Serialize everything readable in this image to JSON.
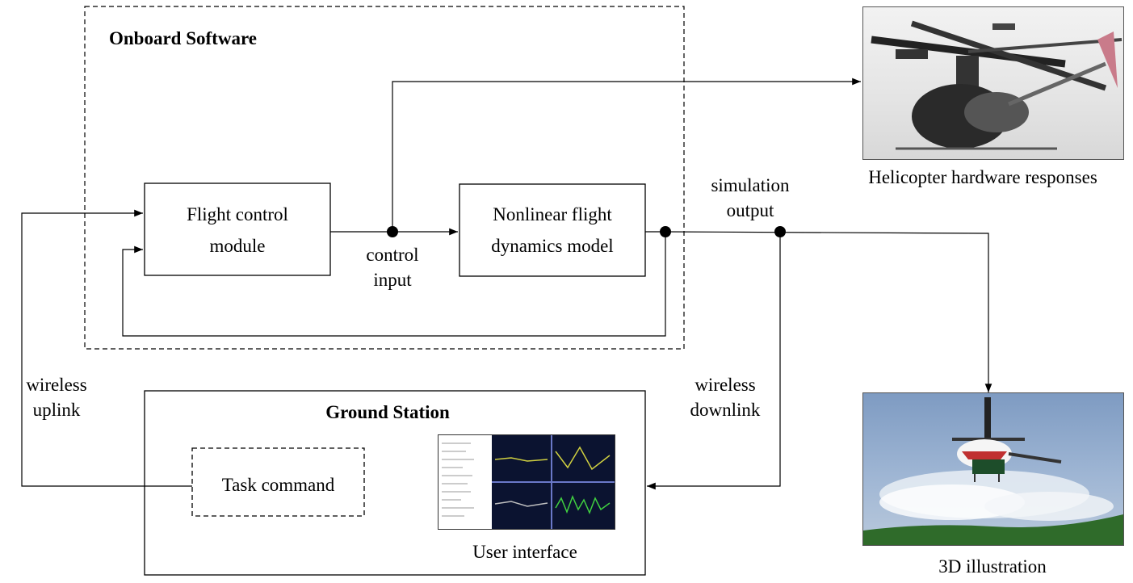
{
  "onboard": {
    "title": "Onboard Software"
  },
  "flight_control": {
    "line1": "Flight control",
    "line2": "module"
  },
  "dynamics_model": {
    "line1": "Nonlinear flight",
    "line2": "dynamics model"
  },
  "control_input": {
    "line1": "control",
    "line2": "input"
  },
  "simulation_output": {
    "line1": "simulation",
    "line2": "output"
  },
  "helicopter": {
    "caption": "Helicopter hardware responses"
  },
  "ground_station": {
    "title": "Ground Station"
  },
  "task_command": {
    "label": "Task command"
  },
  "user_interface": {
    "caption": "User interface"
  },
  "wireless_uplink": {
    "line1": "wireless",
    "line2": "uplink"
  },
  "wireless_downlink": {
    "line1": "wireless",
    "line2": "downlink"
  },
  "illustration": {
    "caption": "3D illustration"
  },
  "colors": {
    "line": "#000000",
    "sky": "#8aa4c6",
    "ground": "#2f6b2a",
    "ui_plot": "#0b1330"
  }
}
